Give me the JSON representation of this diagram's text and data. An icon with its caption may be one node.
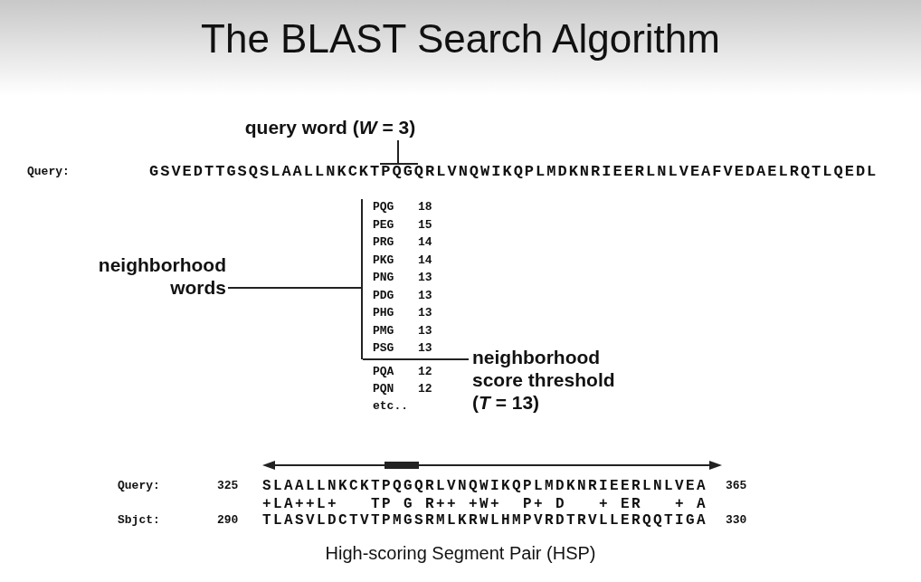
{
  "diagram": {
    "title": "The BLAST Search Algorithm",
    "caption": "High-scoring Segment Pair (HSP)",
    "nodes": [
      {
        "text": [
          "query word (*W* = 3)"
        ]
      },
      {
        "text": [
          "GSVEDTTGSQSLAALLNKCKTPQGQRLVNQWIKQPLMDKNRIEERLNLVEAFVEDAELRQTLQEDL"
        ]
      },
      {
        "text": [
          "neighborhood words"
        ]
      },
      {
        "text": [],
        "shape": "bar"
      },
      {
        "text": [
          "neighborhood score threshold (*T* = 13)"
        ]
      }
    ],
    "edges": [
      {
        "from": 0,
        "to": 1,
        "arrow": "none"
      },
      {
        "from": 2,
        "to": 3,
        "arrow": "none"
      },
      {
        "from": 4,
        "to": 3,
        "arrow": "none"
      }
    ],
    "labels": [
      "Query:",
      "PQG",
      "18",
      "PEG",
      "15",
      "PRG",
      "14",
      "PKG",
      "14",
      "PNG",
      "13",
      "PDG",
      "13",
      "PHG",
      "13",
      "PMG",
      "13",
      "PSG",
      "13",
      "PQA",
      "12",
      "PQN",
      "12",
      "etc..",
      "Query:",
      "325",
      "SLAALLNKCKTPQGQRLVNQWIKQPLMDKNRIEERLNLVEA",
      "365",
      "+LA++L+   TP G R++ +W+  P+ D   + ER   + A",
      "Sbjct:",
      "290",
      "TLASVLDCTVTPMGSRMLKRWLHMPVRDTRVLLERQQTIGA",
      "330"
    ]
  }
}
